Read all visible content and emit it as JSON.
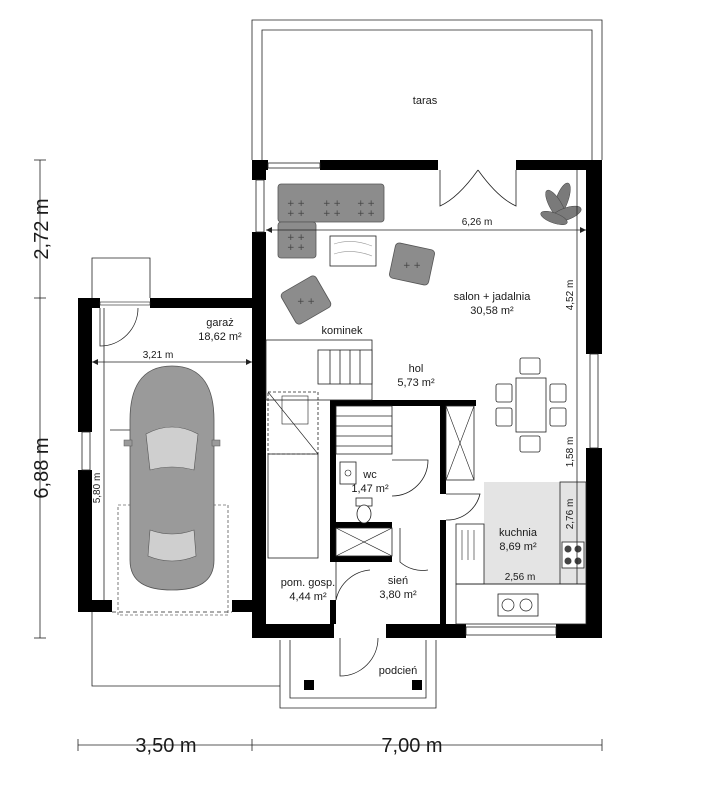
{
  "rooms": {
    "taras": {
      "name": "taras"
    },
    "salon": {
      "name": "salon + jadalnia",
      "area": "30,58 m²"
    },
    "garaz": {
      "name": "garaż",
      "area": "18,62 m²"
    },
    "kominek": {
      "name": "kominek"
    },
    "hol": {
      "name": "hol",
      "area": "5,73 m²"
    },
    "wc": {
      "name": "wc",
      "area": "1,47 m²"
    },
    "kuchnia": {
      "name": "kuchnia",
      "area": "8,69 m²"
    },
    "pom": {
      "name": "pom. gosp.",
      "area": "4,44 m²"
    },
    "sien": {
      "name": "sień",
      "area": "3,80 m²"
    },
    "podcien": {
      "name": "podcień"
    }
  },
  "dimensions": {
    "salon_width": "6,26 m",
    "salon_depth": "4,52 m",
    "window_side": "1,58 m",
    "garage_width": "3,21 m",
    "garage_depth": "5,80 m",
    "kitchen_depth": "2,76 m",
    "kitchen_width": "2,56 m",
    "overall_top": "2,72 m",
    "overall_main": "6,88 m",
    "bottom_left": "3,50 m",
    "bottom_right": "7,00 m"
  },
  "colors": {
    "wall": "#000000",
    "furniture": "#8c8c8c",
    "furniture_dark": "#6e6e6e",
    "car": "#9a9a9a",
    "kitchen_floor": "#e4e4e4"
  }
}
